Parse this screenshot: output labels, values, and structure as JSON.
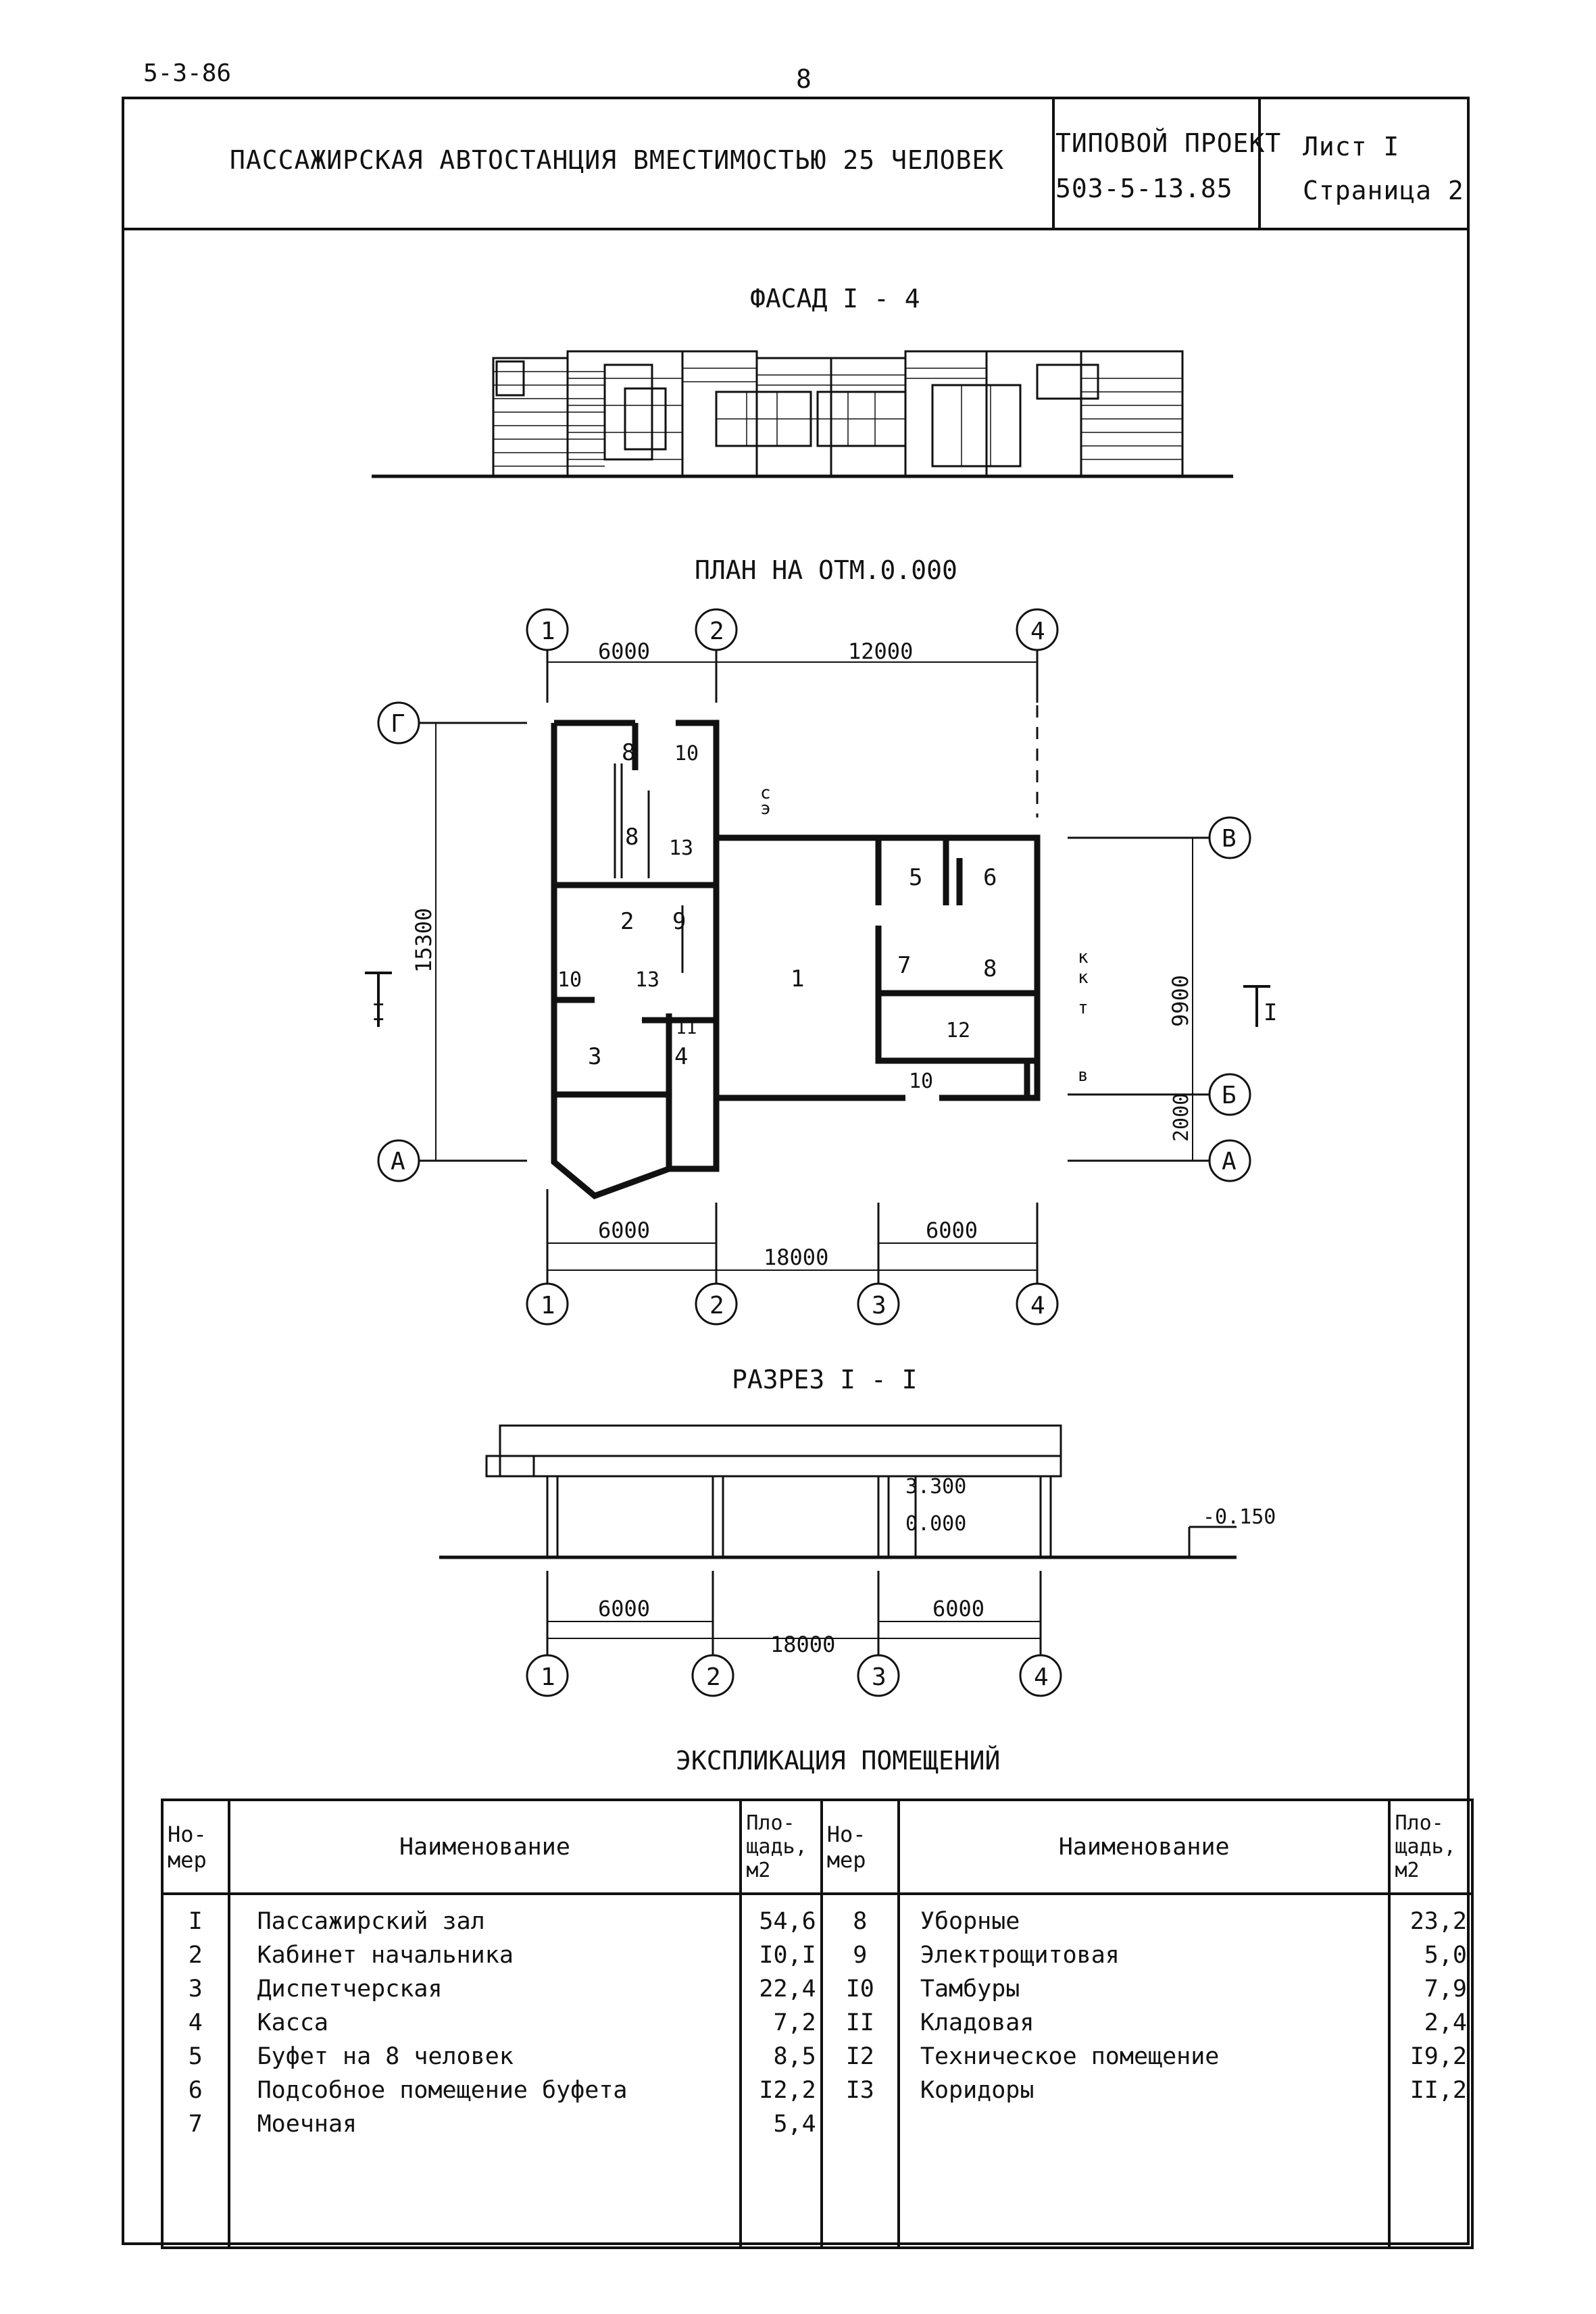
{
  "sheet_code": "5-3-86",
  "page_number": "8",
  "header": {
    "title": "ПАССАЖИРСКАЯ АВТОСТАНЦИЯ ВМЕСТИМОСТЬЮ 25 ЧЕЛОВЕК",
    "project_label": "ТИПОВОЙ ПРОЕКТ",
    "project_number": "503-5-13.85",
    "sheet_label": "Лист I",
    "page_label": "Страница 2"
  },
  "facade": {
    "title": "ФАСАД I - 4"
  },
  "plan": {
    "title": "ПЛАН НА ОТМ.0.000",
    "axes_top": [
      "1",
      "2",
      "4"
    ],
    "axes_bottom": [
      "1",
      "2",
      "3",
      "4"
    ],
    "axes_left": [
      "Г",
      "А"
    ],
    "axes_right": [
      "В",
      "Б",
      "А"
    ],
    "dims_top": [
      "6000",
      "12000"
    ],
    "dims_bottom": [
      "6000",
      "6000",
      "18000"
    ],
    "dim_left": "15300",
    "dims_right": [
      "9900",
      "2000"
    ],
    "section_mark": "I",
    "room_labels": [
      "8",
      "10",
      "8",
      "13",
      "2",
      "9",
      "10",
      "13",
      "3",
      "11",
      "4",
      "1",
      "5",
      "6",
      "7",
      "8",
      "12",
      "10"
    ],
    "entry_labels": [
      "с",
      "э",
      "к",
      "к",
      "т",
      "в"
    ]
  },
  "section": {
    "title": "РАЗРЕЗ I - I",
    "level_top": "3.300",
    "level_floor": "0.000",
    "level_ground": "-0.150",
    "dims": [
      "6000",
      "6000",
      "18000"
    ],
    "axes": [
      "1",
      "2",
      "3",
      "4"
    ]
  },
  "explication": {
    "title": "ЭКСПЛИКАЦИЯ ПОМЕЩЕНИЙ",
    "headers": {
      "num": "Но- мер",
      "name": "Наименование",
      "area": "Пло- щадь, м2"
    },
    "left_rows": [
      {
        "num": "I",
        "name": "Пассажирский зал",
        "area": "54,6"
      },
      {
        "num": "2",
        "name": "Кабинет начальника",
        "area": "I0,I"
      },
      {
        "num": "3",
        "name": "Диспетчерская",
        "area": "22,4"
      },
      {
        "num": "4",
        "name": "Касса",
        "area": "7,2"
      },
      {
        "num": "5",
        "name": "Буфет на 8 человек",
        "area": "8,5"
      },
      {
        "num": "6",
        "name": "Подсобное помещение буфета",
        "area": "I2,2"
      },
      {
        "num": "7",
        "name": "Моечная",
        "area": "5,4"
      }
    ],
    "right_rows": [
      {
        "num": "8",
        "name": "Уборные",
        "area": "23,2"
      },
      {
        "num": "9",
        "name": "Электрощитовая",
        "area": "5,0"
      },
      {
        "num": "I0",
        "name": "Тамбуры",
        "area": "7,9"
      },
      {
        "num": "II",
        "name": "Кладовая",
        "area": "2,4"
      },
      {
        "num": "I2",
        "name": "Техническое помещение",
        "area": "I9,2"
      },
      {
        "num": "I3",
        "name": "Коридоры",
        "area": "II,2"
      }
    ]
  }
}
